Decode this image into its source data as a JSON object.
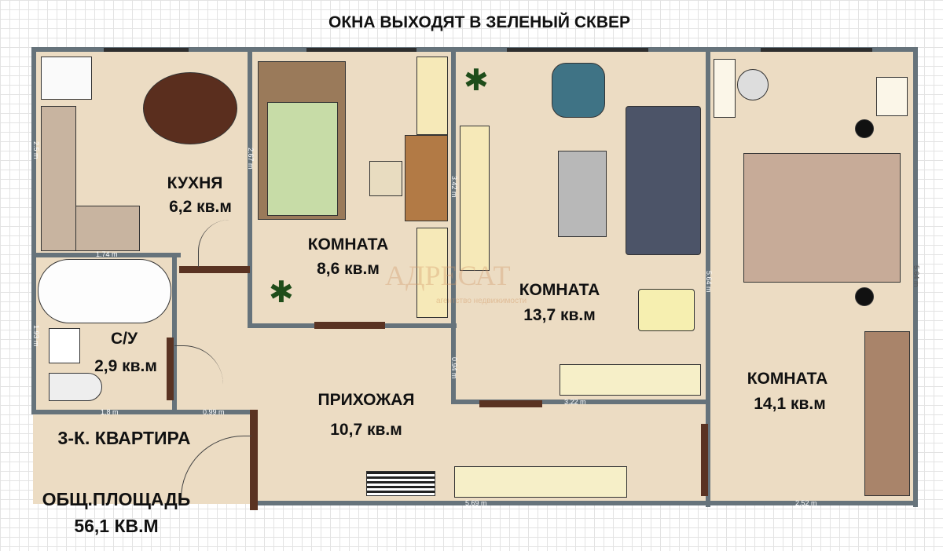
{
  "header": {
    "title": "ОКНА ВЫХОДЯТ В ЗЕЛЕНЫЙ СКВЕР"
  },
  "rooms": {
    "kitchen": {
      "name": "КУХНЯ",
      "area": "6,2 кв.м"
    },
    "room1": {
      "name": "КОМНАТА",
      "area": "8,6 кв.м"
    },
    "room2": {
      "name": "КОМНАТА",
      "area": "13,7 кв.м"
    },
    "room3": {
      "name": "КОМНАТА",
      "area": "14,1 кв.м"
    },
    "bathroom": {
      "name": "С/У",
      "area": "2,9 кв.м"
    },
    "hallway": {
      "name": "ПРИХОЖАЯ",
      "area": "10,7 кв.м"
    }
  },
  "summary": {
    "type": "3-К. КВАРТИРА",
    "total_label": "ОБЩ.ПЛОЩАДЬ",
    "total_area": "56,1 КВ.М"
  },
  "dimensions": {
    "kitchen_height": "2.5 m",
    "room1_height": "2.67 m",
    "bath_top": "1.74 m",
    "bath_height": "1.93 m",
    "bath_bottom": "1.8 m",
    "hall_entry": "0.99 m",
    "room2_height": "3.42 m",
    "hall_side": "0.94 m",
    "room2_bottom": "3.22 m",
    "room2_right": "5.64 m",
    "room3_right": "5.64 m",
    "hall_bottom": "5.69 m",
    "room3_bottom": "2.52 m"
  },
  "watermark": {
    "brand": "АДРЕСАТ",
    "subtitle": "агентство недвижимости"
  },
  "colors": {
    "floor": "#ecdcc3",
    "wall": "#66737b",
    "door": "#5a3322"
  }
}
